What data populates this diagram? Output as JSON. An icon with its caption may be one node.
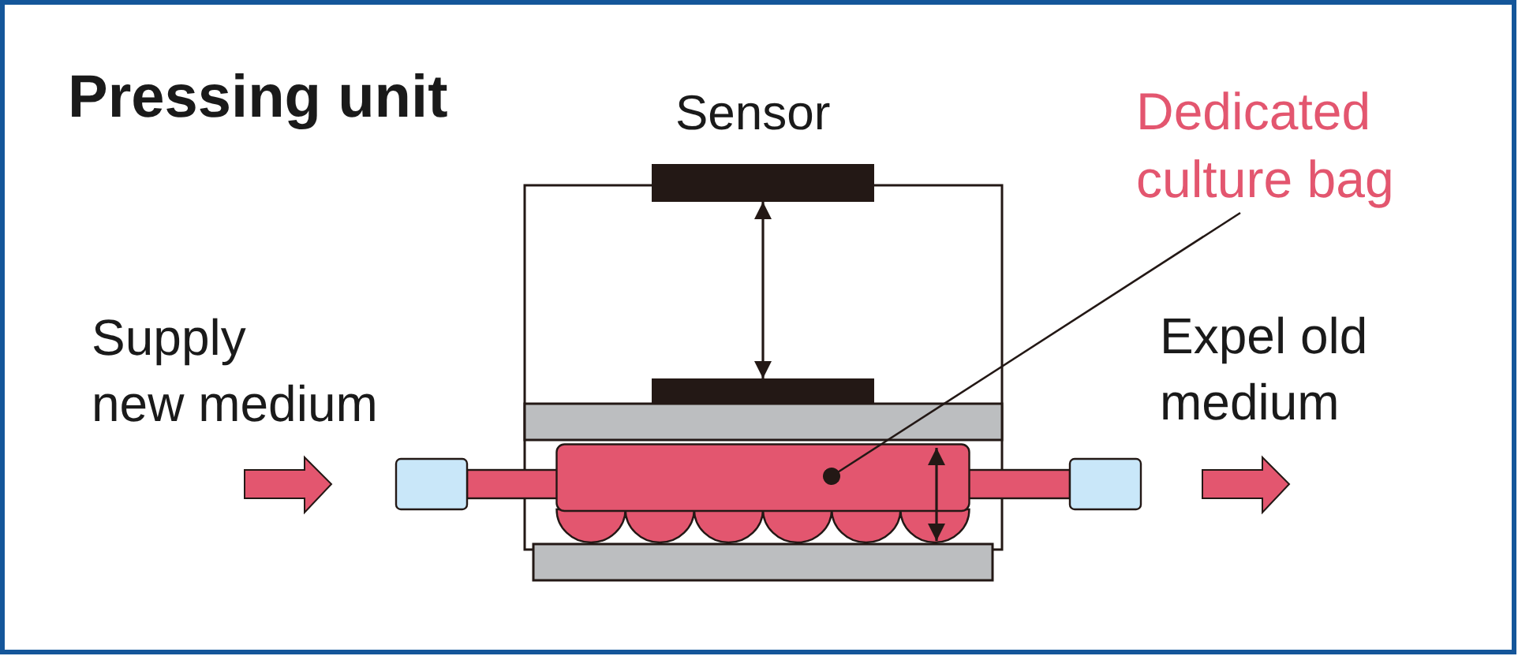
{
  "diagram": {
    "title": "Pressing unit",
    "nodes": [
      {
        "text": [
          "Sensor"
        ]
      },
      {
        "text": [
          "Dedicated culture bag"
        ]
      },
      {
        "text": [],
        "shape": "box"
      },
      {
        "text": [],
        "shape": "bar"
      }
    ],
    "edges": [
      {
        "from": 1,
        "to": 2,
        "arrow": "other"
      },
      {
        "from": 0,
        "to": 3,
        "arrow": "both"
      }
    ],
    "labels": [
      "Supply new medium",
      "Expel old medium"
    ]
  }
}
